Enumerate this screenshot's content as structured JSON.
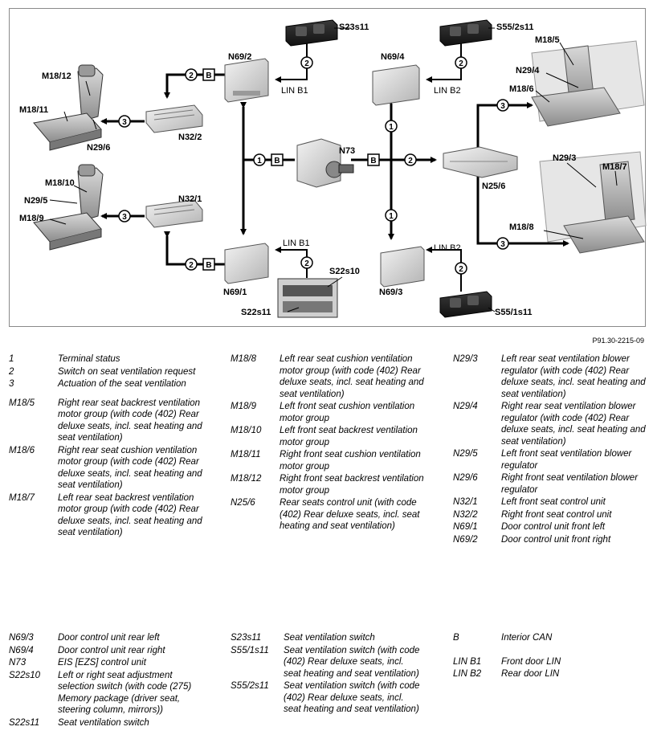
{
  "figure_id": "P91.30-2215-09",
  "diagram": {
    "components": {
      "N69_2": "N69/2",
      "N69_4": "N69/4",
      "N69_1": "N69/1",
      "N69_3": "N69/3",
      "N73": "N73",
      "N32_2": "N32/2",
      "N32_1": "N32/1",
      "N25_6": "N25/6",
      "S23s11": "S23s11",
      "S55_2s11": "S55/2s11",
      "S22s10": "S22s10",
      "S22s11": "S22s11",
      "S55_1s11": "S55/1s11",
      "M18_12": "M18/12",
      "M18_11": "M18/11",
      "N29_6": "N29/6",
      "M18_10": "M18/10",
      "N29_5": "N29/5",
      "M18_9": "M18/9",
      "M18_5": "M18/5",
      "N29_4": "N29/4",
      "M18_6": "M18/6",
      "N29_3": "N29/3",
      "M18_7": "M18/7",
      "M18_8": "M18/8"
    },
    "signals": {
      "one": "1",
      "two": "2",
      "three": "3",
      "bus": "B"
    },
    "buses": {
      "lin_b1": "LIN B1",
      "lin_b2": "LIN B2"
    }
  },
  "legend": {
    "col1": [
      {
        "code": "1",
        "text": "Terminal status"
      },
      {
        "code": "2",
        "text": "Switch on seat ventilation request"
      },
      {
        "code": "3",
        "text": "Actuation of the seat ventilation"
      },
      {
        "code": "M18/5",
        "text": "Right rear seat backrest ventilation motor group (with code (402) Rear deluxe seats, incl. seat heating and seat ventilation)"
      },
      {
        "code": "M18/6",
        "text": "Right rear seat cushion ventilation motor group (with code (402) Rear deluxe seats, incl. seat heating and seat ventilation)"
      },
      {
        "code": "M18/7",
        "text": "Left rear seat backrest ventilation motor group (with code (402) Rear deluxe seats, incl. seat heating and seat ventilation)"
      }
    ],
    "col2": [
      {
        "code": "M18/8",
        "text": "Left rear seat cushion ventilation motor group (with code (402) Rear deluxe seats, incl. seat heating and seat ventilation)"
      },
      {
        "code": "M18/9",
        "text": "Left front seat cushion ventilation motor group"
      },
      {
        "code": "M18/10",
        "text": "Left front seat backrest ventilation motor group"
      },
      {
        "code": "M18/11",
        "text": "Right front seat cushion ventilation motor group"
      },
      {
        "code": "M18/12",
        "text": "Right front seat backrest ventilation motor group"
      },
      {
        "code": "N25/6",
        "text": "Rear seats control unit (with code (402) Rear deluxe seats, incl. seat heating and seat ventilation)"
      }
    ],
    "col3": [
      {
        "code": "N29/3",
        "text": "Left rear seat ventilation blower regulator (with code (402) Rear deluxe seats, incl. seat heating and seat ventilation)"
      },
      {
        "code": "N29/4",
        "text": "Right rear seat ventilation blower regulator (with code (402) Rear deluxe seats, incl. seat heating and seat ventilation)"
      },
      {
        "code": "N29/5",
        "text": "Left front seat ventilation blower regulator"
      },
      {
        "code": "N29/6",
        "text": "Right front seat ventilation blower regulator"
      },
      {
        "code": "N32/1",
        "text": "Left front seat control unit"
      },
      {
        "code": "N32/2",
        "text": "Right front seat control unit"
      },
      {
        "code": "N69/1",
        "text": "Door control unit front left"
      },
      {
        "code": "N69/2",
        "text": "Door control unit front right"
      }
    ],
    "col4": [
      {
        "code": "N69/3",
        "text": "Door control unit rear left"
      },
      {
        "code": "N69/4",
        "text": "Door control unit rear right"
      },
      {
        "code": "N73",
        "text": "EIS [EZS] control unit"
      },
      {
        "code": "S22s10",
        "text": "Left or right seat adjustment selection switch (with code (275) Memory package (driver seat, steering column, mirrors))"
      },
      {
        "code": "S22s11",
        "text": "Seat ventilation switch"
      }
    ],
    "col5": [
      {
        "code": "S23s11",
        "text": "Seat ventilation switch"
      },
      {
        "code": "S55/1s11",
        "text": "Seat ventilation switch (with code (402) Rear deluxe seats, incl. seat heating and seat ventilation)"
      },
      {
        "code": "S55/2s11",
        "text": "Seat ventilation switch (with code (402) Rear deluxe seats, incl. seat heating and seat ventilation)"
      }
    ],
    "col6": [
      {
        "code": "B",
        "text": "Interior CAN"
      },
      {
        "code": "LIN B1",
        "text": "Front door LIN"
      },
      {
        "code": "LIN B2",
        "text": "Rear door LIN"
      }
    ]
  }
}
